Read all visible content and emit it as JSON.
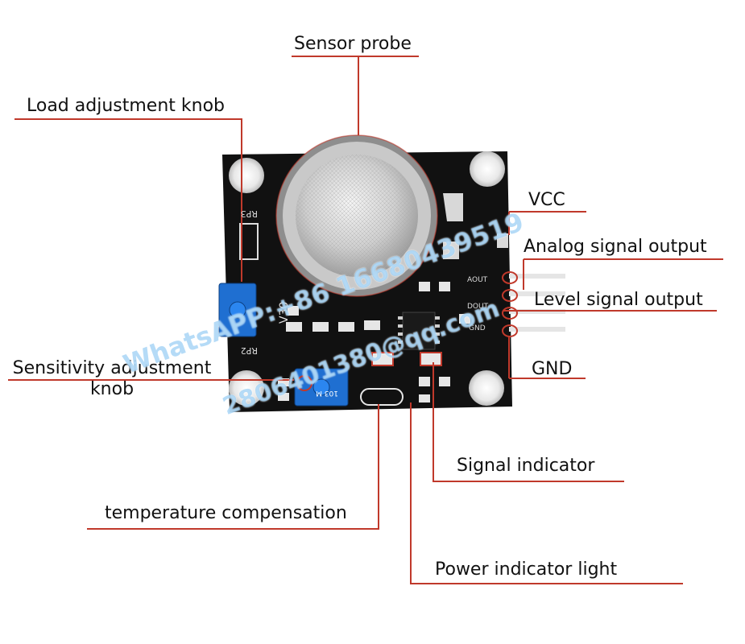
{
  "labels": {
    "sensor_probe": "Sensor probe",
    "load_knob": "Load adjustment knob",
    "vcc": "VCC",
    "analog": "Analog signal output",
    "level": "Level signal output",
    "gnd": "GND",
    "sensitivity_knob": "Sensitivity adjustment knob",
    "signal_indicator": "Signal indicator",
    "temp_comp": "temperature compensation",
    "power_indicator": "Power indicator light"
  },
  "board_text": {
    "rp3": "RP3",
    "rp2": "RP2",
    "version": "V30",
    "pot_code": "103 M",
    "pin_aout": "AOUT",
    "pin_dout": "DOUT",
    "pin_gnd": "GND"
  },
  "watermark": {
    "line1": "WhatsAPP:+86 16680439519",
    "line2": "2806401380@qq.com"
  },
  "colors": {
    "leader": "#c0392b",
    "board": "#111111",
    "pot": "#1f6fd1",
    "probe": "#b9b9b9"
  }
}
